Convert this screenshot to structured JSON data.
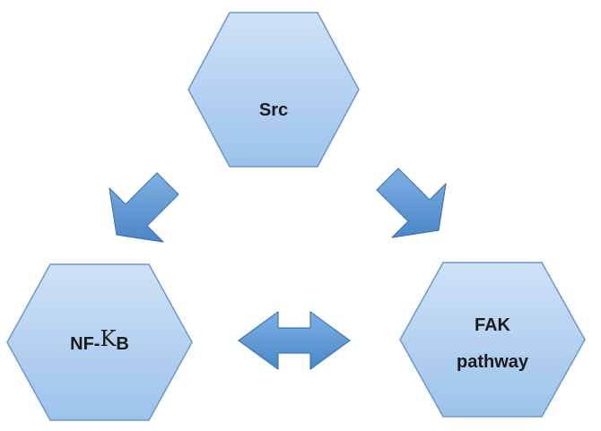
{
  "nodes": {
    "src": {
      "label": "Src"
    },
    "nfkb": {
      "prefix": "NF-",
      "kappa": "K",
      "suffix": "B"
    },
    "fak": {
      "line1": "FAK",
      "line2": "pathway"
    }
  },
  "colors": {
    "hex_fill_top": "#cfe2f7",
    "hex_fill_bottom": "#9cc2ea",
    "hex_stroke": "#6d97c9",
    "arrow_fill_top": "#7fb0e2",
    "arrow_fill_bottom": "#4a86c8",
    "arrow_stroke": "#3f76b4",
    "text": "#1a1a1a"
  }
}
